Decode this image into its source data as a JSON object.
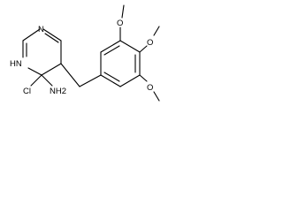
{
  "molecule": {
    "atoms": {
      "n_top": "N",
      "nh": "HN",
      "cl": "Cl",
      "nh2": "NH2",
      "o_top": "O",
      "o_mid": "O",
      "o_bot": "O"
    },
    "colors": {
      "bond": "#000000",
      "text": "#000000",
      "background": "#ffffff"
    }
  }
}
